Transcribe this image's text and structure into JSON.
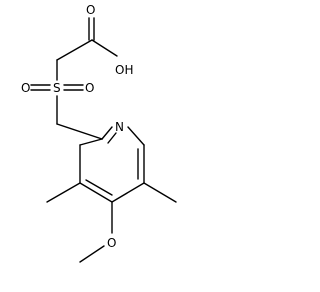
{
  "molecule": {
    "atoms": {
      "acid_oxygen": "O",
      "hydroxyl": "OH",
      "sulfur": "S",
      "sulfonyl_oxygen_left": "O",
      "sulfonyl_oxygen_right": "O",
      "ring_nitrogen": "N",
      "methoxy_oxygen": "O"
    }
  }
}
